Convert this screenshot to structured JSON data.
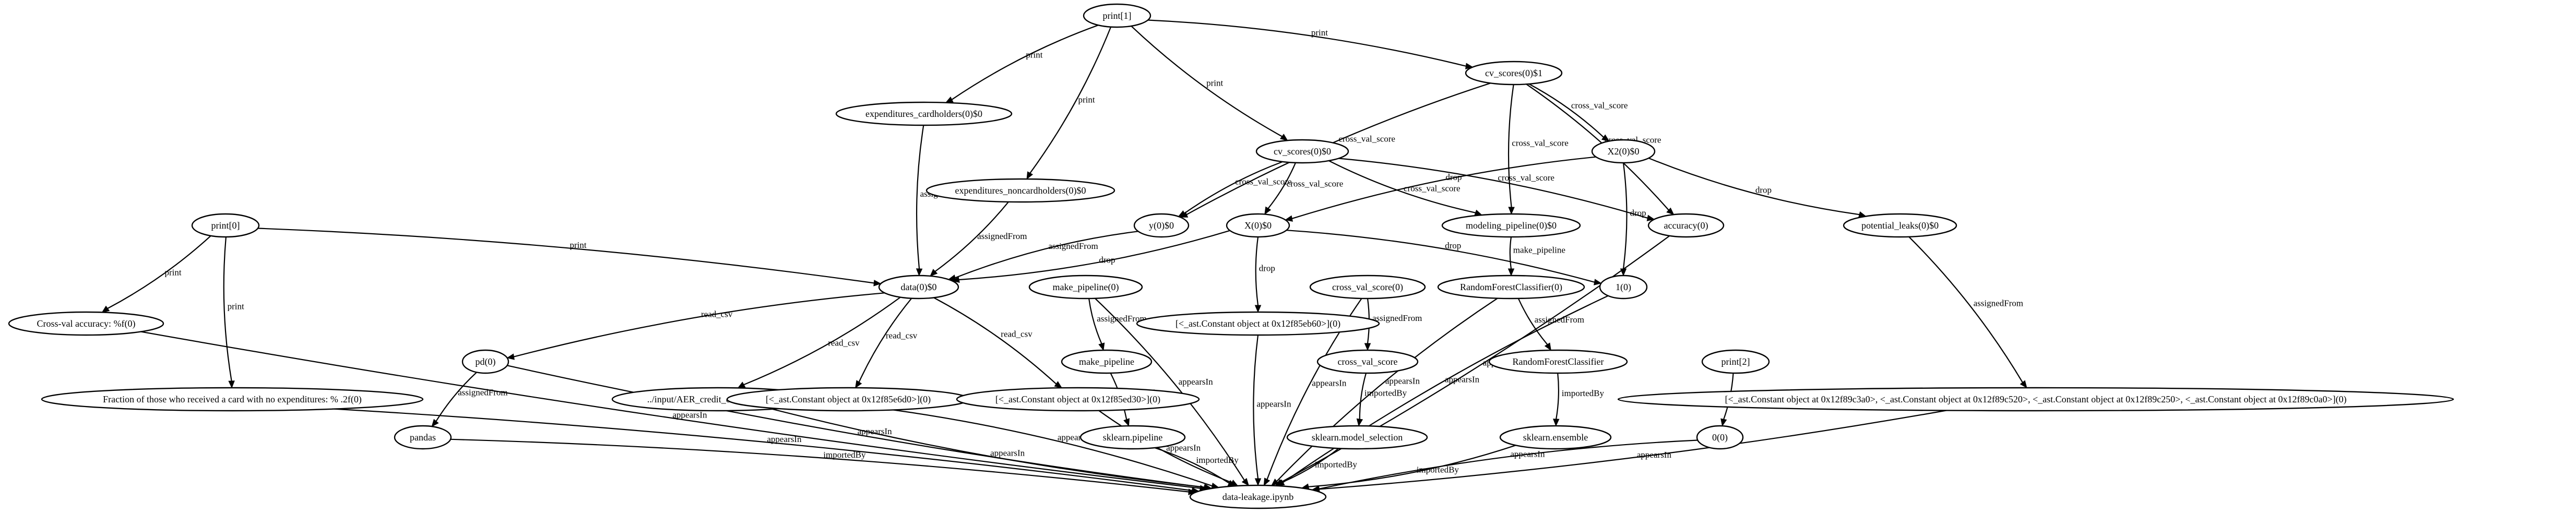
{
  "diagram": {
    "nodes": [
      {
        "id": "print1",
        "label": "print[1]"
      },
      {
        "id": "cvs_0_1",
        "label": "cv_scores(0)$1"
      },
      {
        "id": "exp_card",
        "label": "expenditures_cardholders(0)$0"
      },
      {
        "id": "cvs_0_0",
        "label": "cv_scores(0)$0"
      },
      {
        "id": "x2",
        "label": "X2(0)$0"
      },
      {
        "id": "exp_noncard",
        "label": "expenditures_noncardholders(0)$0"
      },
      {
        "id": "print0",
        "label": "print[0]"
      },
      {
        "id": "y",
        "label": "y(0)$0"
      },
      {
        "id": "x",
        "label": "X(0)$0"
      },
      {
        "id": "modeling",
        "label": "modeling_pipeline(0)$0"
      },
      {
        "id": "accuracy",
        "label": "accuracy(0)"
      },
      {
        "id": "potential",
        "label": "potential_leaks(0)$0"
      },
      {
        "id": "data",
        "label": "data(0)$0"
      },
      {
        "id": "make_pipeline0",
        "label": "make_pipeline(0)"
      },
      {
        "id": "cvscore0",
        "label": "cross_val_score(0)"
      },
      {
        "id": "rfc0",
        "label": "RandomForestClassifier(0)"
      },
      {
        "id": "one",
        "label": "1(0)"
      },
      {
        "id": "cvacc",
        "label": "Cross-val accuracy: %f(0)"
      },
      {
        "id": "pd",
        "label": "pd(0)"
      },
      {
        "id": "const_eb",
        "label": "[<_ast.Constant object at 0x12f85eb60>](0)"
      },
      {
        "id": "make_pipeline",
        "label": "make_pipeline"
      },
      {
        "id": "cvscore",
        "label": "cross_val_score"
      },
      {
        "id": "rfc",
        "label": "RandomForestClassifier"
      },
      {
        "id": "print2",
        "label": "print[2]"
      },
      {
        "id": "fraction",
        "label": "Fraction of those who received a card with no expenditures: % .2f(0)"
      },
      {
        "id": "csv",
        "label": "../input/AER_credit_card_data.csv(0)"
      },
      {
        "id": "const_6d",
        "label": "[<_ast.Constant object at 0x12f85e6d0>](0)"
      },
      {
        "id": "const_d3",
        "label": "[<_ast.Constant object at 0x12f85ed30>](0)"
      },
      {
        "id": "consts_long",
        "label": "[<_ast.Constant object at 0x12f89c3a0>, <_ast.Constant object at 0x12f89c520>, <_ast.Constant object at 0x12f89c250>, <_ast.Constant object at 0x12f89c0a0>](0)"
      },
      {
        "id": "pandas",
        "label": "pandas"
      },
      {
        "id": "skpipe",
        "label": "sklearn.pipeline"
      },
      {
        "id": "skms",
        "label": "sklearn.model_selection"
      },
      {
        "id": "skens",
        "label": "sklearn.ensemble"
      },
      {
        "id": "zero",
        "label": "0(0)"
      },
      {
        "id": "notebook",
        "label": "data-leakage.ipynb"
      }
    ],
    "edges": [
      {
        "from": "print1",
        "to": "exp_card",
        "label": "print"
      },
      {
        "from": "print1",
        "to": "exp_noncard",
        "label": "print"
      },
      {
        "from": "print1",
        "to": "cvs_0_0",
        "label": "print"
      },
      {
        "from": "print1",
        "to": "cvs_0_1",
        "label": "print"
      },
      {
        "from": "cvs_0_1",
        "to": "y",
        "label": "cross_val_score"
      },
      {
        "from": "cvs_0_1",
        "to": "x2",
        "label": "cross_val_score"
      },
      {
        "from": "cvs_0_1",
        "to": "modeling",
        "label": "cross_val_score"
      },
      {
        "from": "cvs_0_1",
        "to": "accuracy",
        "label": "cross_val_score"
      },
      {
        "from": "exp_card",
        "to": "data",
        "label": "assignedFrom"
      },
      {
        "from": "exp_noncard",
        "to": "data",
        "label": "assignedFrom"
      },
      {
        "from": "cvs_0_0",
        "to": "y",
        "label": "cross_val_score"
      },
      {
        "from": "cvs_0_0",
        "to": "x",
        "label": "cross_val_score"
      },
      {
        "from": "cvs_0_0",
        "to": "modeling",
        "label": "cross_val_score"
      },
      {
        "from": "cvs_0_0",
        "to": "accuracy",
        "label": "cross_val_score"
      },
      {
        "from": "x2",
        "to": "x",
        "label": "drop"
      },
      {
        "from": "x2",
        "to": "one",
        "label": "drop"
      },
      {
        "from": "x2",
        "to": "potential",
        "label": "drop"
      },
      {
        "from": "print0",
        "to": "cvacc",
        "label": "print"
      },
      {
        "from": "print0",
        "to": "fraction",
        "label": "print"
      },
      {
        "from": "print0",
        "to": "data",
        "label": "print"
      },
      {
        "from": "y",
        "to": "data",
        "label": "assignedFrom"
      },
      {
        "from": "x",
        "to": "data",
        "label": "drop"
      },
      {
        "from": "x",
        "to": "const_eb",
        "label": "drop"
      },
      {
        "from": "x",
        "to": "one",
        "label": "drop"
      },
      {
        "from": "modeling",
        "to": "rfc0",
        "label": "make_pipeline"
      },
      {
        "from": "potential",
        "to": "consts_long",
        "label": "assignedFrom"
      },
      {
        "from": "data",
        "to": "pd",
        "label": "read_csv"
      },
      {
        "from": "data",
        "to": "csv",
        "label": "read_csv"
      },
      {
        "from": "data",
        "to": "const_6d",
        "label": "read_csv"
      },
      {
        "from": "data",
        "to": "const_d3",
        "label": "read_csv"
      },
      {
        "from": "make_pipeline0",
        "to": "make_pipeline",
        "label": "assignedFrom"
      },
      {
        "from": "cvscore0",
        "to": "cvscore",
        "label": "assignedFrom"
      },
      {
        "from": "rfc0",
        "to": "rfc",
        "label": "assignedFrom"
      },
      {
        "from": "make_pipeline",
        "to": "skpipe",
        "label": "importedBy"
      },
      {
        "from": "cvscore",
        "to": "skms",
        "label": "importedBy"
      },
      {
        "from": "rfc",
        "to": "skens",
        "label": "importedBy"
      },
      {
        "from": "pd",
        "to": "pandas",
        "label": "assignedFrom"
      },
      {
        "from": "print2",
        "to": "zero",
        "label": "print"
      },
      {
        "from": "cvacc",
        "to": "notebook",
        "label": "appearsIn"
      },
      {
        "from": "fraction",
        "to": "notebook",
        "label": "appearsIn"
      },
      {
        "from": "pd",
        "to": "notebook",
        "label": "appearsIn"
      },
      {
        "from": "pandas",
        "to": "notebook",
        "label": "importedBy"
      },
      {
        "from": "csv",
        "to": "notebook",
        "label": "appearsIn"
      },
      {
        "from": "const_6d",
        "to": "notebook",
        "label": "appearsIn"
      },
      {
        "from": "const_d3",
        "to": "notebook",
        "label": "appearsIn"
      },
      {
        "from": "make_pipeline0",
        "to": "notebook",
        "label": "appearsIn"
      },
      {
        "from": "const_eb",
        "to": "notebook",
        "label": "appearsIn"
      },
      {
        "from": "skpipe",
        "to": "notebook",
        "label": "importedBy"
      },
      {
        "from": "cvscore0",
        "to": "notebook",
        "label": "appearsIn"
      },
      {
        "from": "skms",
        "to": "notebook",
        "label": "importedBy"
      },
      {
        "from": "rfc0",
        "to": "notebook",
        "label": "appearsIn"
      },
      {
        "from": "skens",
        "to": "notebook",
        "label": "importedBy"
      },
      {
        "from": "one",
        "to": "notebook",
        "label": "appearsIn"
      },
      {
        "from": "accuracy",
        "to": "notebook",
        "label": "appearsIn"
      },
      {
        "from": "zero",
        "to": "notebook",
        "label": "appearsIn"
      },
      {
        "from": "consts_long",
        "to": "notebook",
        "label": "appearsIn"
      }
    ]
  }
}
